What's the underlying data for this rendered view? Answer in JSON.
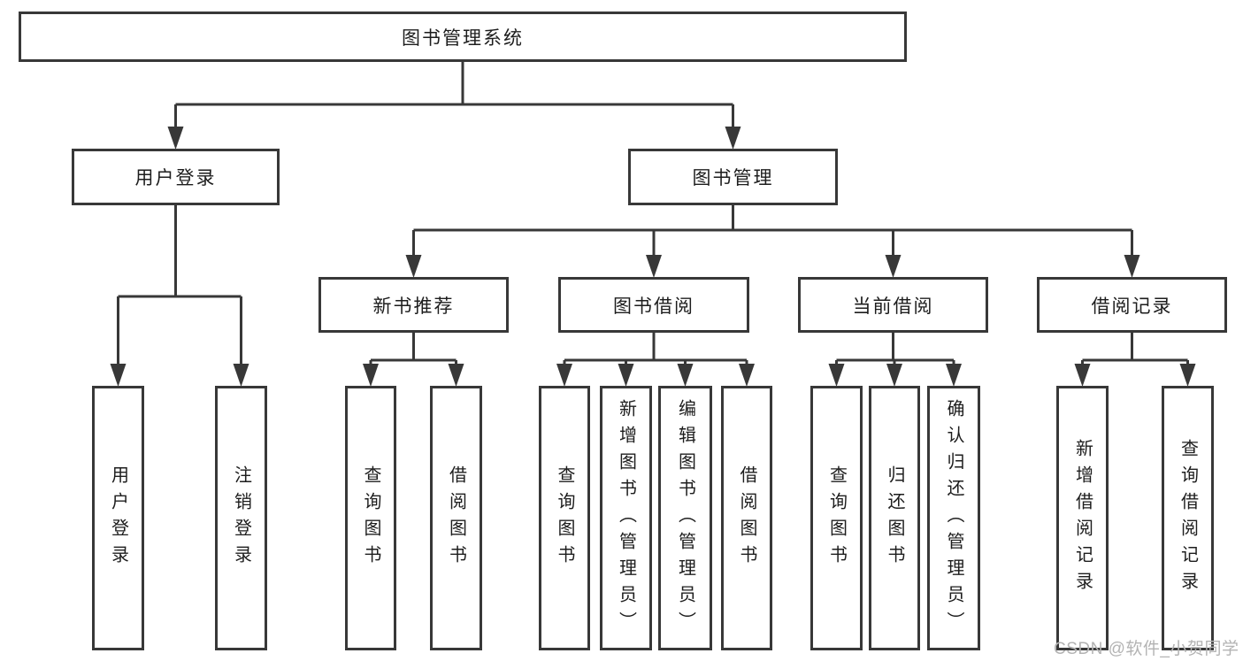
{
  "diagram": {
    "root": {
      "label": "图书管理系统"
    },
    "branches": [
      {
        "label": "用户登录",
        "children": [
          {
            "label": "用户登录"
          },
          {
            "label": "注销登录"
          }
        ]
      },
      {
        "label": "图书管理",
        "children": [
          {
            "label": "新书推荐",
            "children": [
              {
                "label": "查询图书"
              },
              {
                "label": "借阅图书"
              }
            ]
          },
          {
            "label": "图书借阅",
            "children": [
              {
                "label": "查询图书"
              },
              {
                "label": "新增图书（管理员）"
              },
              {
                "label": "编辑图书（管理员）"
              },
              {
                "label": "借阅图书"
              }
            ]
          },
          {
            "label": "当前借阅",
            "children": [
              {
                "label": "查询图书"
              },
              {
                "label": "归还图书"
              },
              {
                "label": "确认归还（管理员）"
              }
            ]
          },
          {
            "label": "借阅记录",
            "children": [
              {
                "label": "新增借阅记录"
              },
              {
                "label": "查询借阅记录"
              }
            ]
          }
        ]
      }
    ]
  },
  "watermark": {
    "text": "CSDN @软件_小贺同学"
  },
  "colors": {
    "line": "#383838",
    "box_border": "#383838",
    "text": "#1d1d1d",
    "background": "#ffffff",
    "watermark": "#b3b3b3"
  }
}
